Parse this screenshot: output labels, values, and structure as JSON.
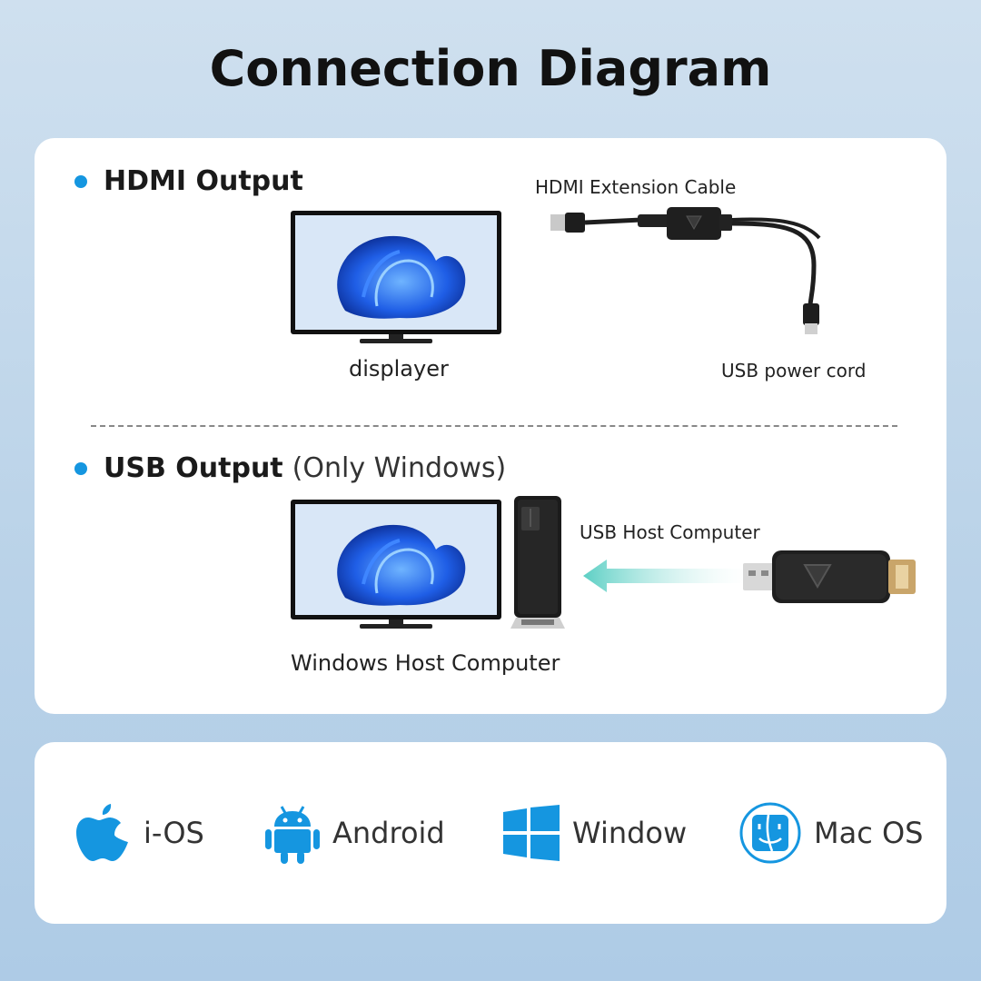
{
  "title": "Connection Diagram",
  "hdmi": {
    "heading": "HDMI Output",
    "display_label": "displayer",
    "cable_label": "HDMI Extension Cable",
    "power_label": "USB power cord"
  },
  "usb": {
    "heading": "USB Output",
    "note": "(Only Windows)",
    "host_label": "Windows Host Computer",
    "arrow_label": "USB Host Computer"
  },
  "os_list": [
    {
      "label": "i-OS",
      "icon": "apple-icon"
    },
    {
      "label": "Android",
      "icon": "android-icon"
    },
    {
      "label": "Window",
      "icon": "windows-icon"
    },
    {
      "label": "Mac OS",
      "icon": "finder-icon"
    }
  ],
  "colors": {
    "accent": "#1596e0",
    "background": "#bcd4ea",
    "arrow": "#7fd8d0"
  }
}
